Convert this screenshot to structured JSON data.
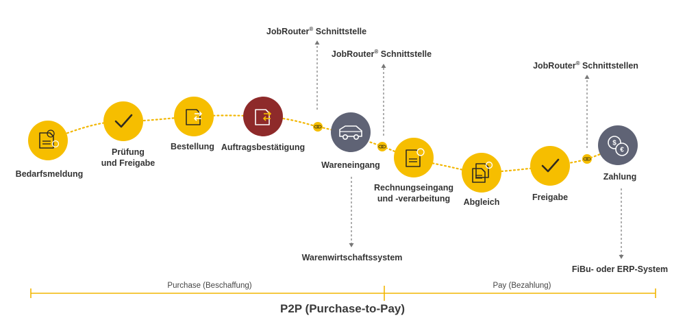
{
  "colors": {
    "yellow": "#f6be00",
    "red": "#8e2a2a",
    "slate": "#5f6375",
    "connector": "#f2b600",
    "dashed": "#777777",
    "text": "#333333"
  },
  "steps": [
    {
      "id": "bedarfsmeldung",
      "lines": [
        "Bedarfsmeldung"
      ],
      "color": "yellow",
      "icon": "document-question-euro-icon"
    },
    {
      "id": "pruefung",
      "lines": [
        "Prüfung",
        "und Freigabe"
      ],
      "color": "yellow",
      "icon": "checkmark-icon"
    },
    {
      "id": "bestellung",
      "lines": [
        "Bestellung"
      ],
      "color": "yellow",
      "icon": "document-exchange-icon"
    },
    {
      "id": "auftrag",
      "lines": [
        "Auftragsbestätigung"
      ],
      "color": "red",
      "icon": "document-exchange-icon"
    },
    {
      "id": "wareneingang",
      "lines": [
        "Wareneingang"
      ],
      "color": "slate",
      "icon": "delivery-van-icon"
    },
    {
      "id": "rechnung",
      "lines": [
        "Rechnungseingang",
        "und -verarbeitung"
      ],
      "color": "yellow",
      "icon": "invoice-document-icon"
    },
    {
      "id": "abgleich",
      "lines": [
        "Abgleich"
      ],
      "color": "yellow",
      "icon": "documents-compare-icon"
    },
    {
      "id": "freigabe",
      "lines": [
        "Freigabe"
      ],
      "color": "yellow",
      "icon": "checkmark-icon"
    },
    {
      "id": "zahlung",
      "lines": [
        "Zahlung"
      ],
      "color": "slate",
      "icon": "coins-icon"
    }
  ],
  "interfaces": [
    {
      "name": "JobRouter",
      "suffix": " Schnittstelle"
    },
    {
      "name": "JobRouter",
      "suffix": " Schnittstelle"
    },
    {
      "name": "JobRouter",
      "suffix": " Schnittstellen"
    }
  ],
  "systems": [
    "Warenwirtschaftssystem",
    "FiBu- oder ERP-System"
  ],
  "phases": {
    "purchase": "Purchase (Beschaffung)",
    "pay": "Pay (Bezahlung)",
    "title": "P2P (Purchase-to-Pay)"
  }
}
